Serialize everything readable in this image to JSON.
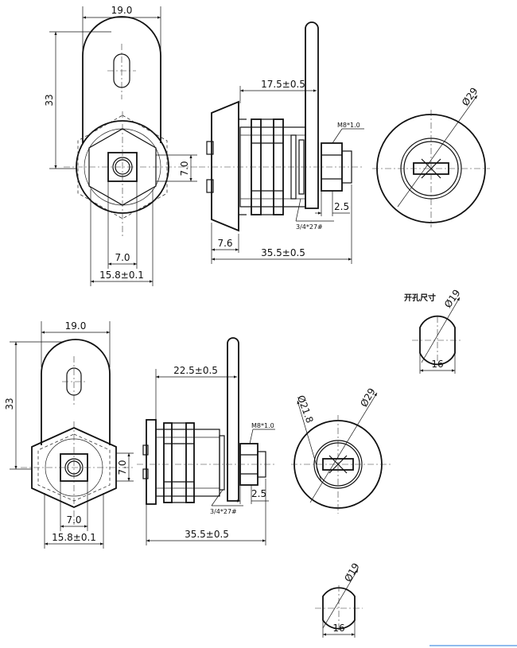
{
  "colors": {
    "line": "#111111",
    "background": "#ffffff",
    "accent_line": "#6aa5e8"
  },
  "drawing_1": {
    "front": {
      "width": "19.0",
      "height": "33",
      "hex_gap": "7.0",
      "bore": "7.0",
      "flange": "15.8±0.1"
    },
    "side": {
      "lever_offset": "17.5±0.5",
      "thread": "M8*1.0",
      "nut_len": "2.5",
      "pitch": "3/4*27#",
      "face": "7.6",
      "length": "35.5±0.5"
    },
    "end": {
      "diameter": "Ø29"
    },
    "cutout": {
      "label": "开孔尺寸",
      "diameter": "Ø19",
      "flat": "16"
    }
  },
  "drawing_2": {
    "front": {
      "width": "19.0",
      "height": "33",
      "hex_gap": "7.0",
      "bore": "7.0",
      "flange": "15.8±0.1"
    },
    "side": {
      "lever_offset": "22.5±0.5",
      "thread": "M8*1.0",
      "nut_len": "2.5",
      "pitch": "3/4*27#",
      "length": "35.5±0.5"
    },
    "end": {
      "inner_diameter": "Ø21.8",
      "diameter": "Ø29"
    },
    "cutout": {
      "diameter": "Ø19",
      "flat": "16"
    }
  }
}
